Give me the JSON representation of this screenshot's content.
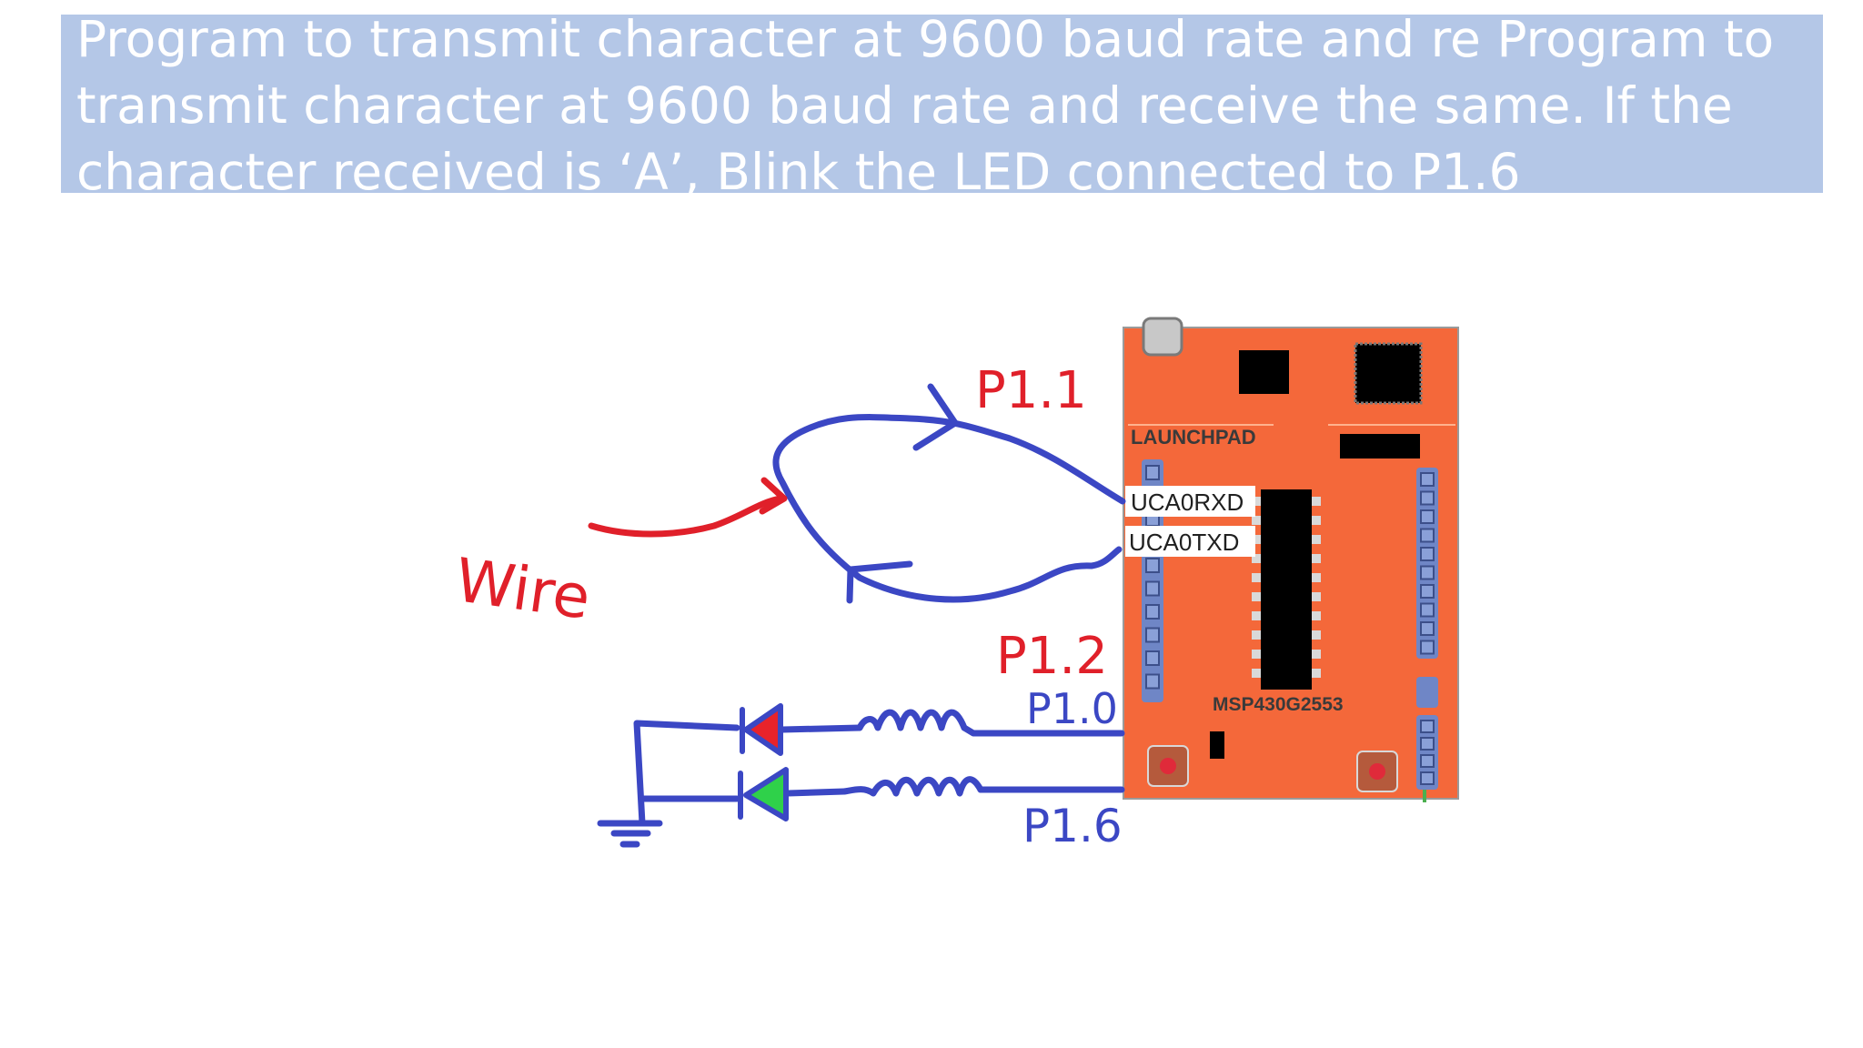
{
  "slide": {
    "title": "Program to transmit character at 9600 baud rate and re Program to transmit character at 9600 baud rate and receive the same. If the character received is ‘A’, Blink the LED connected to P1.6"
  },
  "diagram": {
    "board": {
      "name_label": "LAUNCHPAD",
      "chip_label": "MSP430G2553",
      "rx_pin_label": "UCA0RXD",
      "tx_pin_label": "UCA0TXD"
    },
    "annotations": {
      "wire_label": "Wire",
      "pin_p11": "P1.1",
      "pin_p12": "P1.2",
      "pin_p10": "P1.0",
      "pin_p16": "P1.6"
    },
    "colors": {
      "board": "#f4683a",
      "wire_blue": "#3b47c4",
      "wire_red": "#e0202a",
      "led_red": "#e8232b",
      "led_green": "#2fd14a",
      "title_bg": "#b4c7e7"
    },
    "icons": [
      "ground-icon",
      "resistor-icon",
      "led-icon",
      "arrow-icon"
    ]
  }
}
